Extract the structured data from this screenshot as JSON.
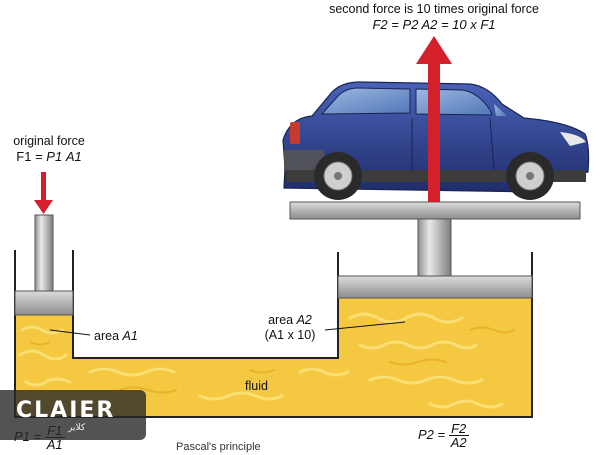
{
  "labels": {
    "original_force": "original force",
    "second_force": "second force is 10 times original force",
    "area_a1_prefix": "area ",
    "area_a2_prefix": "area ",
    "a2_paren": "(A1 x 10)",
    "fluid": "fluid",
    "partial_caption": "Pascal's principle"
  },
  "equations": {
    "f1_lhs": "F1 =",
    "f1_p": "P1",
    "f1_a": "A1",
    "f2_line": "F2 = P2 A2 = 10 x F1",
    "p1_lhs": "P1 =",
    "p1_num": "F1",
    "p1_den": "A1",
    "p2_lhs": "P2 =",
    "p2_num": "F2",
    "p2_den": "A2"
  },
  "symbols": {
    "a1": "A1",
    "a2": "A2"
  },
  "watermark": {
    "brand": "CLAIER",
    "sub": "كلاير"
  },
  "colors": {
    "fluid": "#f5c842",
    "fluid_light": "#fbe27a",
    "arrow": "#d4202b",
    "car_body": "#2c3f8a",
    "metal": "#b8b8b8",
    "vessel_line": "#222222"
  },
  "icons": [
    "down-arrow-icon",
    "up-arrow-icon",
    "car-icon"
  ]
}
